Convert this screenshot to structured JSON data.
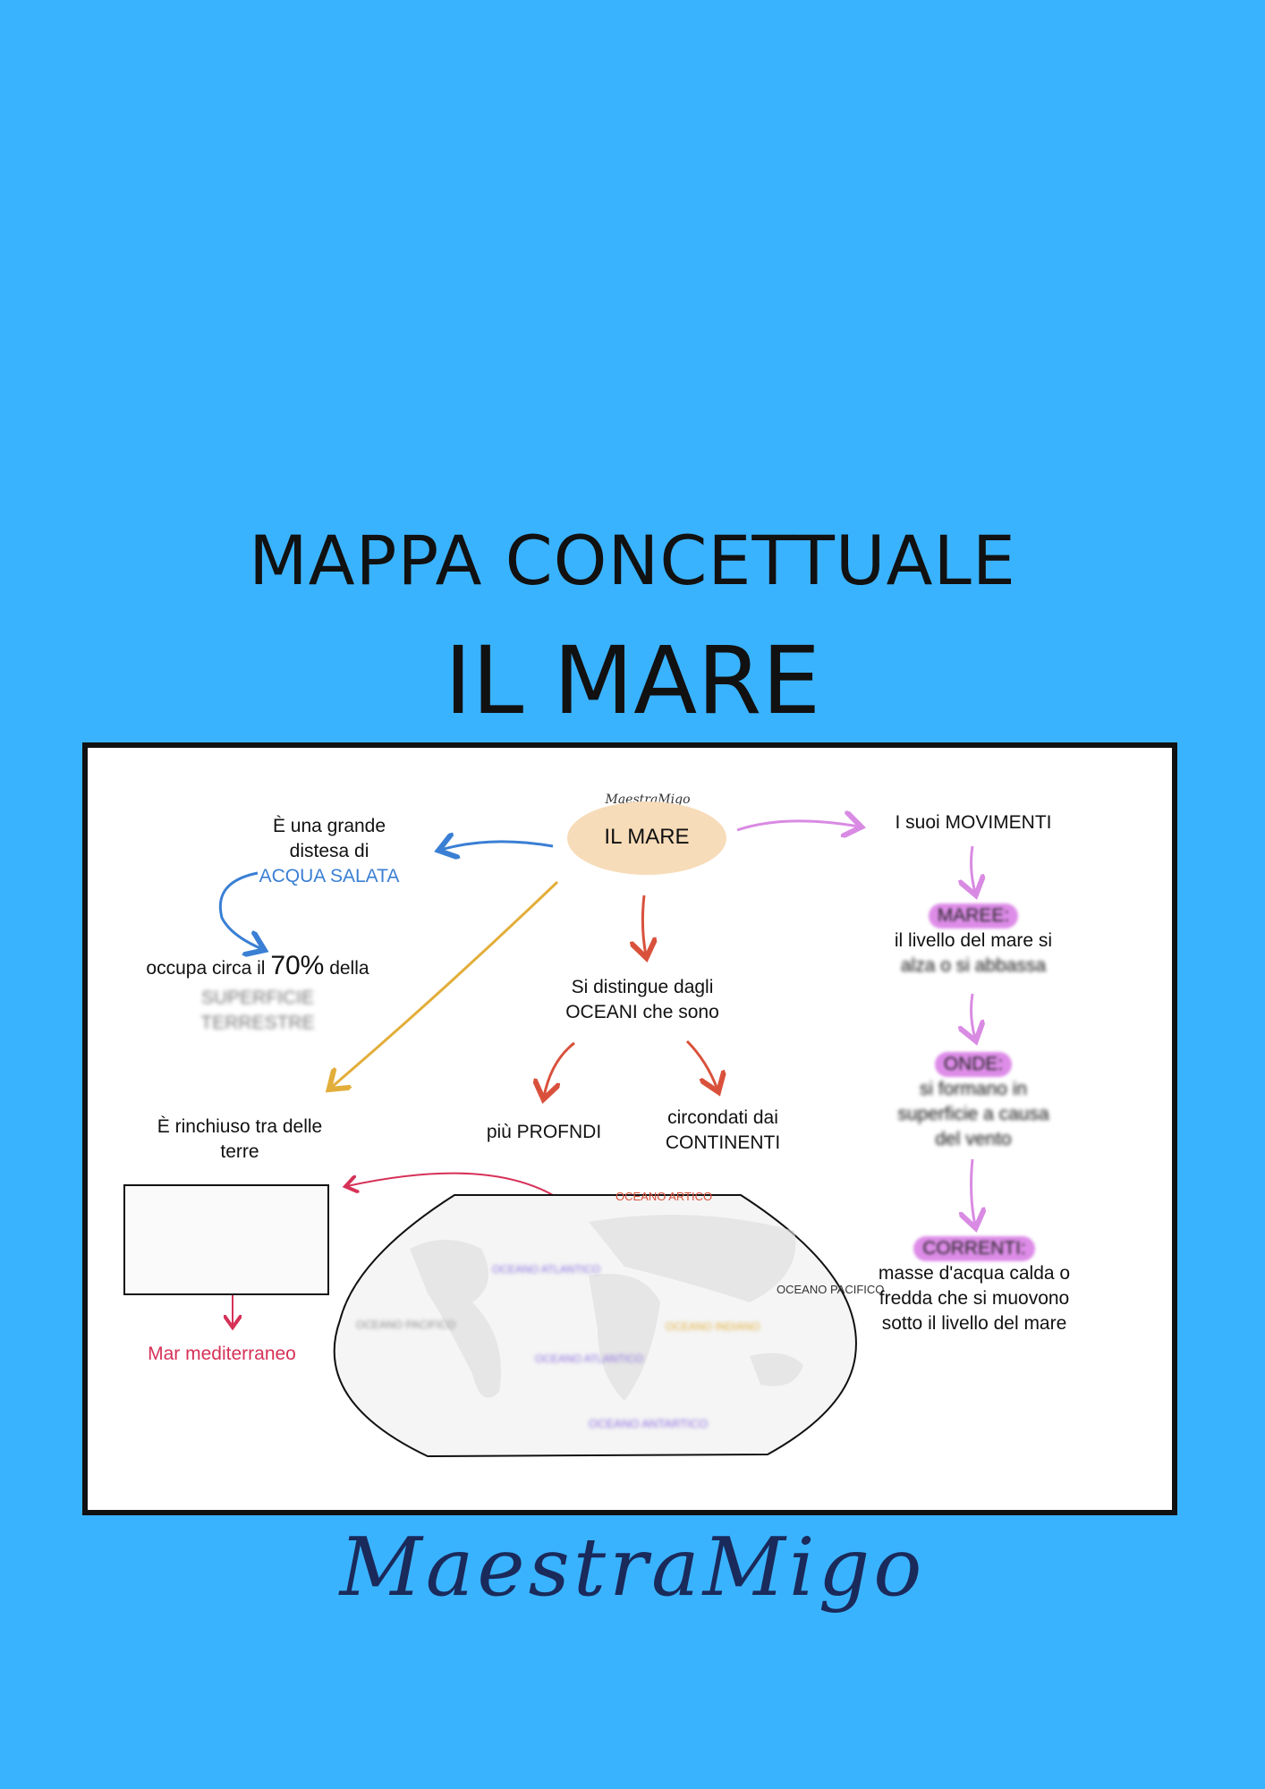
{
  "header": {
    "line1": "MAPPA CONCETTUALE",
    "line2": "IL MARE"
  },
  "center": {
    "label": "IL MARE",
    "brand_small": "MaestraMigo",
    "fill": "#f7dcb9"
  },
  "left_branch": {
    "definition_line1": "È una grande",
    "definition_line2": "distesa di",
    "definition_highlight": "ACQUA SALATA",
    "percent_prefix": "occupa circa il",
    "percent_value": "70%",
    "percent_suffix": "della",
    "surface_line1": "SUPERFICIE",
    "surface_line2": "TERRESTRE",
    "closed_line1": "È rinchiuso tra delle",
    "closed_line2": "terre",
    "med_label": "Mar mediterraneo"
  },
  "middle_branch": {
    "distinguish_line1": "Si distingue dagli",
    "distinguish_line2": "OCEANI che sono",
    "deeper": "più PROFNDI",
    "surrounded_line1": "circondati dai",
    "surrounded_line2": "CONTINENTI"
  },
  "world_map": {
    "labels": [
      "OCEANO ARTICO",
      "OCEANO ATLANTICO",
      "OCEANO PACIFICO",
      "OCEANO PACIFICO",
      "OCEANO ATLANTICO",
      "OCEANO INDIANO",
      "OCEANO ANTARTICO"
    ]
  },
  "right_branch": {
    "movements": "I suoi MOVIMENTI",
    "tides_title": "MAREE:",
    "tides_line1": "il livello del mare si",
    "tides_line2": "alza o si abbassa",
    "waves_title": "ONDE:",
    "waves_line1": "si formano in",
    "waves_line2": "superficie a causa",
    "waves_line3": "del vento",
    "currents_title": "CORRENTI:",
    "currents_line1": "masse d'acqua calda o",
    "currents_line2": "fredda che si muovono",
    "currents_line3": "sotto il livello del mare"
  },
  "footer": {
    "signature": "MaestraMigo"
  },
  "colors": {
    "background": "#3ab3ff",
    "blue_arrow": "#3a7fd4",
    "yellow_arrow": "#e2ae3a",
    "red_arrow": "#d9513c",
    "crimson_arrow": "#d63157",
    "violet_arrow": "#d98be3"
  }
}
